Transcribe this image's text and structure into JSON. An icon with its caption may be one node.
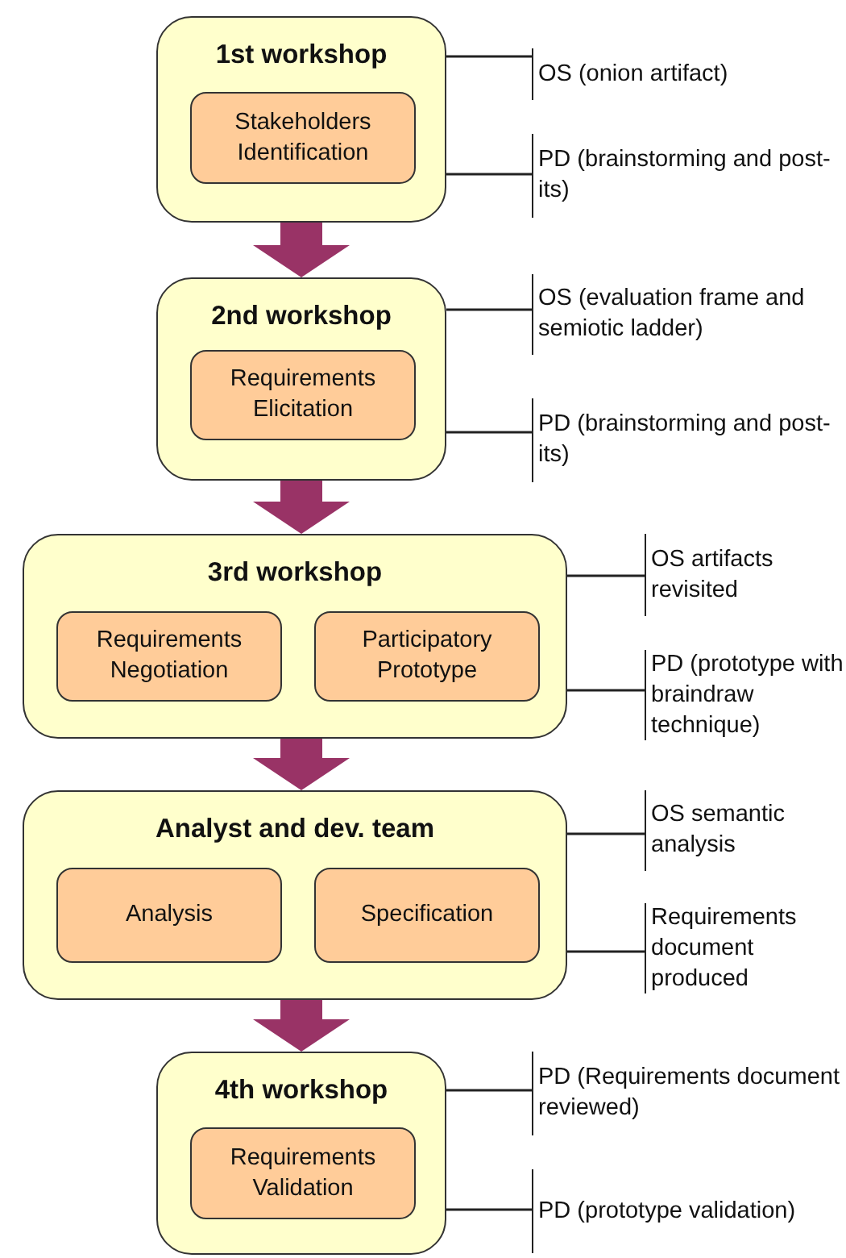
{
  "diagram": {
    "nodes": [
      {
        "text": [
          "1st workshop"
        ]
      },
      {
        "text": [
          "Stakeholders Identification"
        ],
        "in": 0
      },
      {
        "text": [
          "OS (onion artifact)"
        ]
      },
      {
        "text": [
          "PD (brainstorming and post-its)"
        ]
      },
      {
        "text": [
          "2nd workshop"
        ]
      },
      {
        "text": [
          "Requirements Elicitation"
        ],
        "in": 4
      },
      {
        "text": [
          "OS (evaluation frame and semiotic ladder)"
        ]
      },
      {
        "text": [
          "PD (brainstorming and post-its)"
        ]
      },
      {
        "text": [
          "3rd workshop"
        ]
      },
      {
        "text": [
          "Requirements Negotiation"
        ],
        "in": 8
      },
      {
        "text": [
          "Participatory Prototype"
        ],
        "in": 8
      },
      {
        "text": [
          "OS artifacts revisited"
        ]
      },
      {
        "text": [
          "PD (prototype with braindraw technique)"
        ]
      },
      {
        "text": [
          "Analyst and dev. team"
        ]
      },
      {
        "text": [
          "Analysis"
        ],
        "in": 13
      },
      {
        "text": [
          "Specification"
        ],
        "in": 13
      },
      {
        "text": [
          "OS semantic analysis"
        ]
      },
      {
        "text": [
          "Requirements document produced"
        ]
      },
      {
        "text": [
          "4th workshop"
        ]
      },
      {
        "text": [
          "Requirements Validation"
        ],
        "in": 18
      },
      {
        "text": [
          "PD (Requirements document reviewed)"
        ]
      },
      {
        "text": [
          "PD (prototype validation)"
        ]
      }
    ],
    "edges": [
      {
        "from": 0,
        "to": 4,
        "arrow": "to",
        "style": "thick",
        "color": "#993366"
      },
      {
        "from": 4,
        "to": 8,
        "arrow": "to",
        "style": "thick",
        "color": "#993366"
      },
      {
        "from": 8,
        "to": 13,
        "arrow": "to",
        "style": "thick",
        "color": "#993366"
      },
      {
        "from": 13,
        "to": 18,
        "arrow": "to",
        "style": "thick",
        "color": "#993366"
      },
      {
        "from": 0,
        "to": 2,
        "arrow": "none"
      },
      {
        "from": 0,
        "to": 3,
        "arrow": "none"
      },
      {
        "from": 4,
        "to": 6,
        "arrow": "none"
      },
      {
        "from": 4,
        "to": 7,
        "arrow": "none"
      },
      {
        "from": 8,
        "to": 11,
        "arrow": "none"
      },
      {
        "from": 8,
        "to": 12,
        "arrow": "none"
      },
      {
        "from": 13,
        "to": 16,
        "arrow": "none"
      },
      {
        "from": 13,
        "to": 17,
        "arrow": "none"
      },
      {
        "from": 18,
        "to": 20,
        "arrow": "none"
      },
      {
        "from": 18,
        "to": 21,
        "arrow": "none"
      }
    ]
  }
}
